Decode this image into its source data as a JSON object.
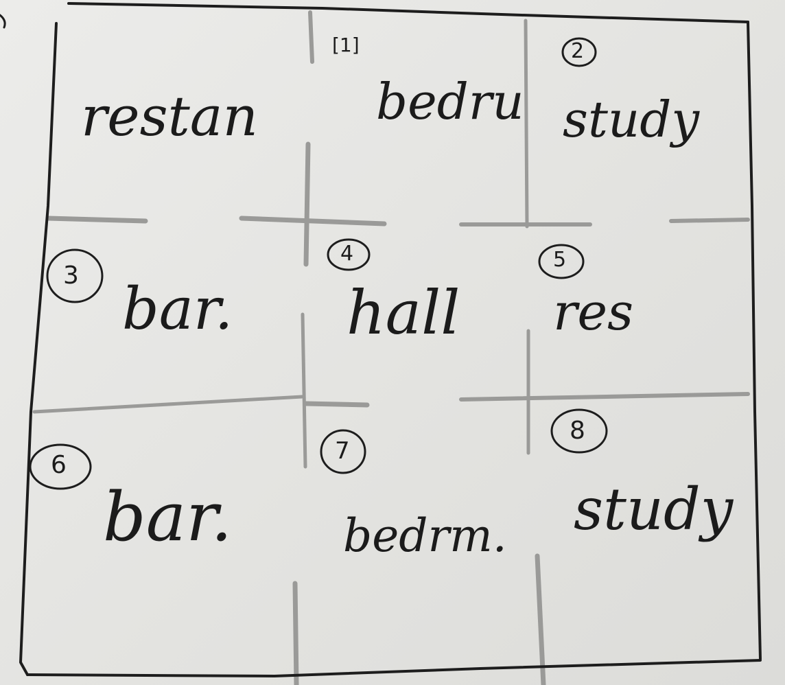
{
  "rooms": [
    {
      "number": "[1]",
      "label": "restan"
    },
    {
      "number": "2",
      "label": "study"
    },
    {
      "number": "3",
      "label": "bar."
    },
    {
      "number": "4",
      "label": "hall"
    },
    {
      "number": "5",
      "label": "res"
    },
    {
      "number": "6",
      "label": "bar."
    },
    {
      "number": "7",
      "label": "bedrm."
    },
    {
      "number": "8",
      "label": "study"
    }
  ],
  "extra_labels": {
    "bedroom_top": "bedru"
  },
  "colors": {
    "ink": "#1d1d1d",
    "pencil": "#9a9a98",
    "paper": "#e6e6e3"
  }
}
